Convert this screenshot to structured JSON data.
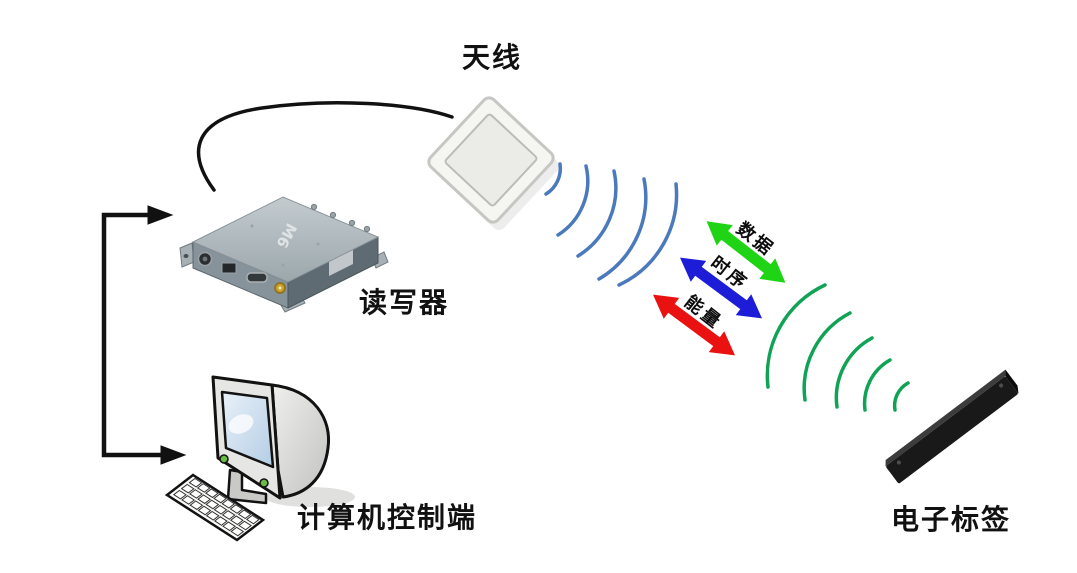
{
  "diagram": {
    "background": "#ffffff",
    "nodes": {
      "antenna": {
        "label": "天线"
      },
      "reader": {
        "label": "读写器",
        "logo": "M6"
      },
      "computer": {
        "label": "计算机控制端"
      },
      "tag": {
        "label": "电子标签"
      }
    },
    "signals": [
      {
        "label": "数据",
        "color": "#1ed414"
      },
      {
        "label": "时序",
        "color": "#1d1dd8"
      },
      {
        "label": "能量",
        "color": "#ea1111"
      }
    ],
    "waves": {
      "reader_to_tag_color": "#4a7abc",
      "tag_to_reader_color": "#11a355"
    },
    "connector_color": "#111111"
  }
}
